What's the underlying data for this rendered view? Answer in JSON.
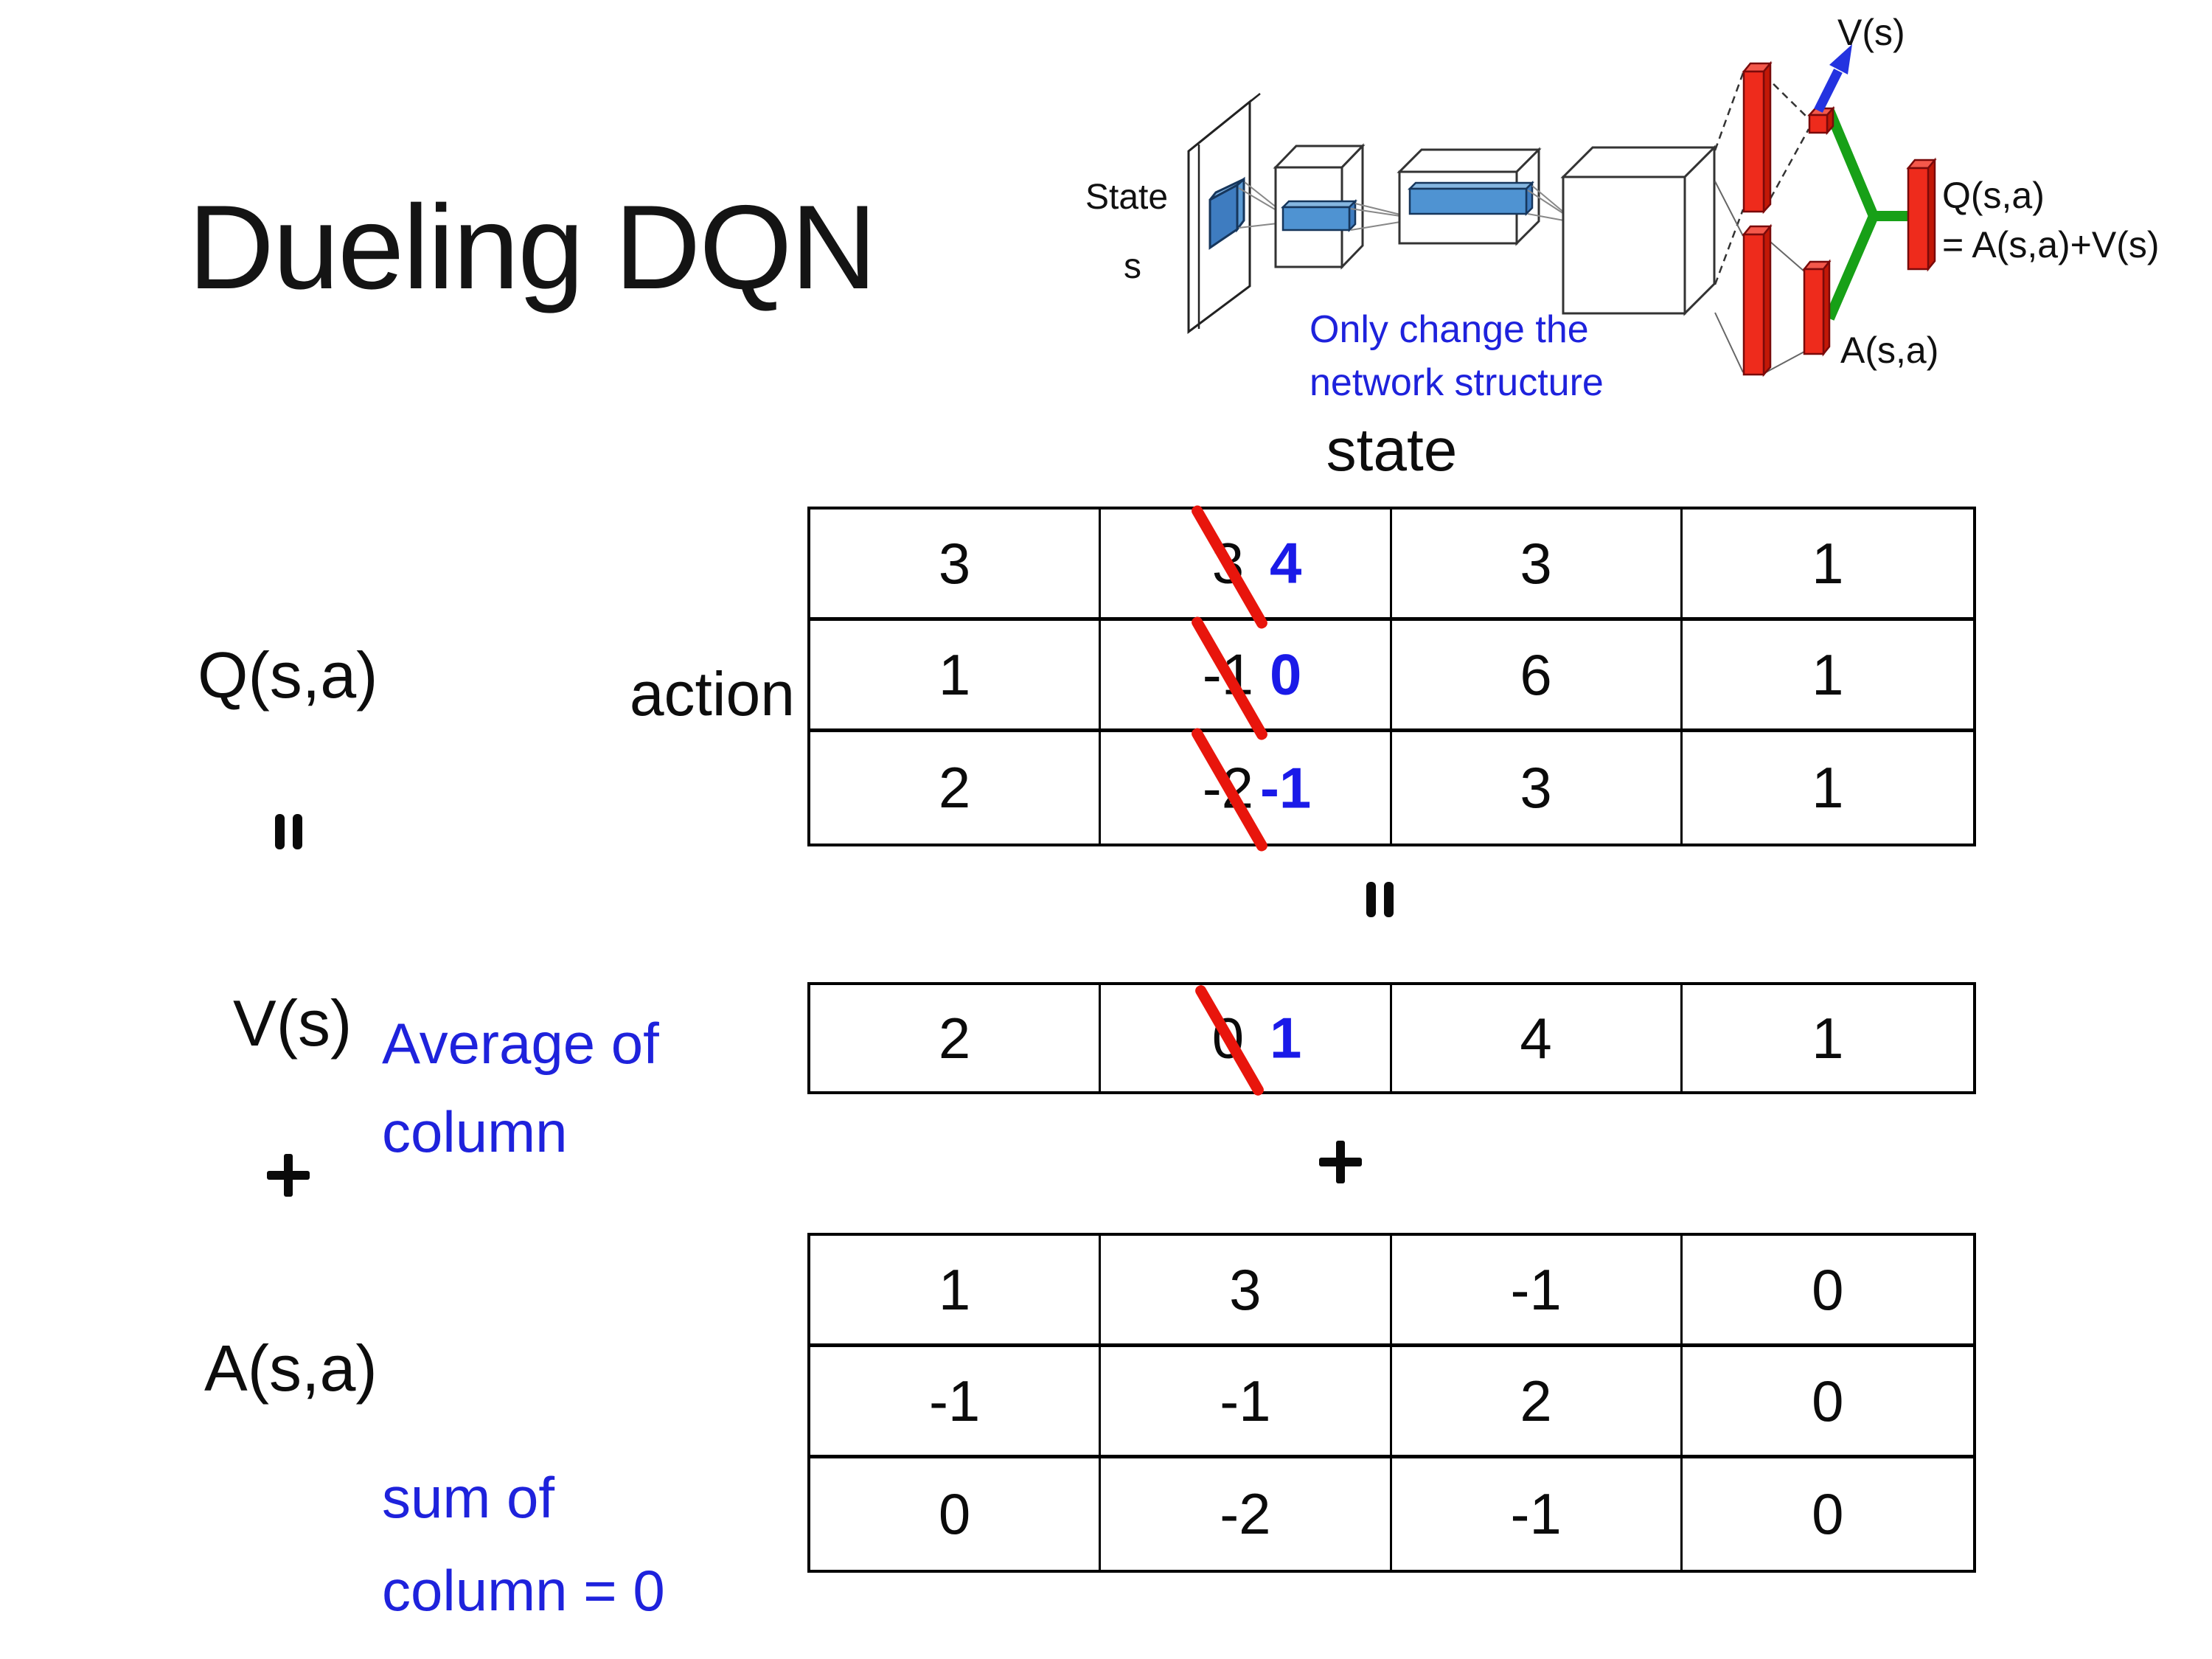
{
  "slide_title": "Dueling DQN",
  "diagram": {
    "state_line1": "State",
    "state_line2": "s",
    "note_line1": "Only change the",
    "note_line2": "network structure",
    "v_out_label": "V(s)",
    "q_out_label": "Q(s,a)",
    "q_out_formula": "= A(s,a)+V(s)",
    "a_out_label": "A(s,a)"
  },
  "decomposition": {
    "q_label": "Q(s,a)",
    "equals_symbol": "=",
    "v_label": "V(s)",
    "plus_symbol": "+",
    "a_label": "A(s,a)",
    "action_axis_label": "action",
    "state_axis_label": "state",
    "v_note_line1": "Average of",
    "v_note_line2": "column",
    "a_note_line1": "sum of",
    "a_note_line2": "column = 0"
  },
  "colors": {
    "strike_red": "#E8150C",
    "correction_blue": "#1A1AE8",
    "note_blue": "#1E22DC",
    "bar_red": "#EE2B1C",
    "merge_green": "#17A017",
    "arrow_blue": "#2433E0",
    "feature_blue": "#4F93D2"
  },
  "tables": {
    "q": [
      [
        {
          "v": "3"
        },
        {
          "old": "3",
          "new": "4"
        },
        {
          "v": "3"
        },
        {
          "v": "1"
        }
      ],
      [
        {
          "v": "1"
        },
        {
          "old": "-1",
          "new": "0"
        },
        {
          "v": "6"
        },
        {
          "v": "1"
        }
      ],
      [
        {
          "v": "2"
        },
        {
          "old": "-2",
          "new": "-1"
        },
        {
          "v": "3"
        },
        {
          "v": "1"
        }
      ]
    ],
    "v": [
      [
        {
          "v": "2"
        },
        {
          "old": "0",
          "new": "1"
        },
        {
          "v": "4"
        },
        {
          "v": "1"
        }
      ]
    ],
    "a": [
      [
        {
          "v": "1"
        },
        {
          "v": "3"
        },
        {
          "v": "-1"
        },
        {
          "v": "0"
        }
      ],
      [
        {
          "v": "-1"
        },
        {
          "v": "-1"
        },
        {
          "v": "2"
        },
        {
          "v": "0"
        }
      ],
      [
        {
          "v": "0"
        },
        {
          "v": "-2"
        },
        {
          "v": "-1"
        },
        {
          "v": "0"
        }
      ]
    ]
  }
}
